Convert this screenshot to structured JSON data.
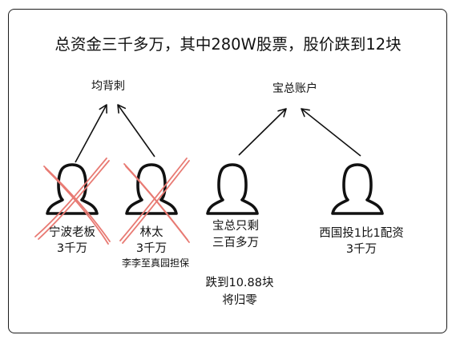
{
  "title": "总资金三千多万，其中280W股票，股价跌到12块",
  "targets": {
    "left": "均背刺",
    "right": "宝总账户"
  },
  "people": [
    {
      "line1": "宁波老板",
      "line2": "3千万",
      "crossed": true
    },
    {
      "line1": "林太",
      "line2": "3千万",
      "note": "李李至真园担保",
      "crossed": true
    },
    {
      "line1": "宝总只剩",
      "line2": "三百多万",
      "crossed": false
    },
    {
      "line1": "西国投1比1配资",
      "line2": "3千万",
      "crossed": false
    }
  ],
  "annotation": {
    "line1": "跌到10.88块",
    "line2": "将归零"
  },
  "colors": {
    "stroke": "#111111",
    "cross": "#e87a73"
  }
}
